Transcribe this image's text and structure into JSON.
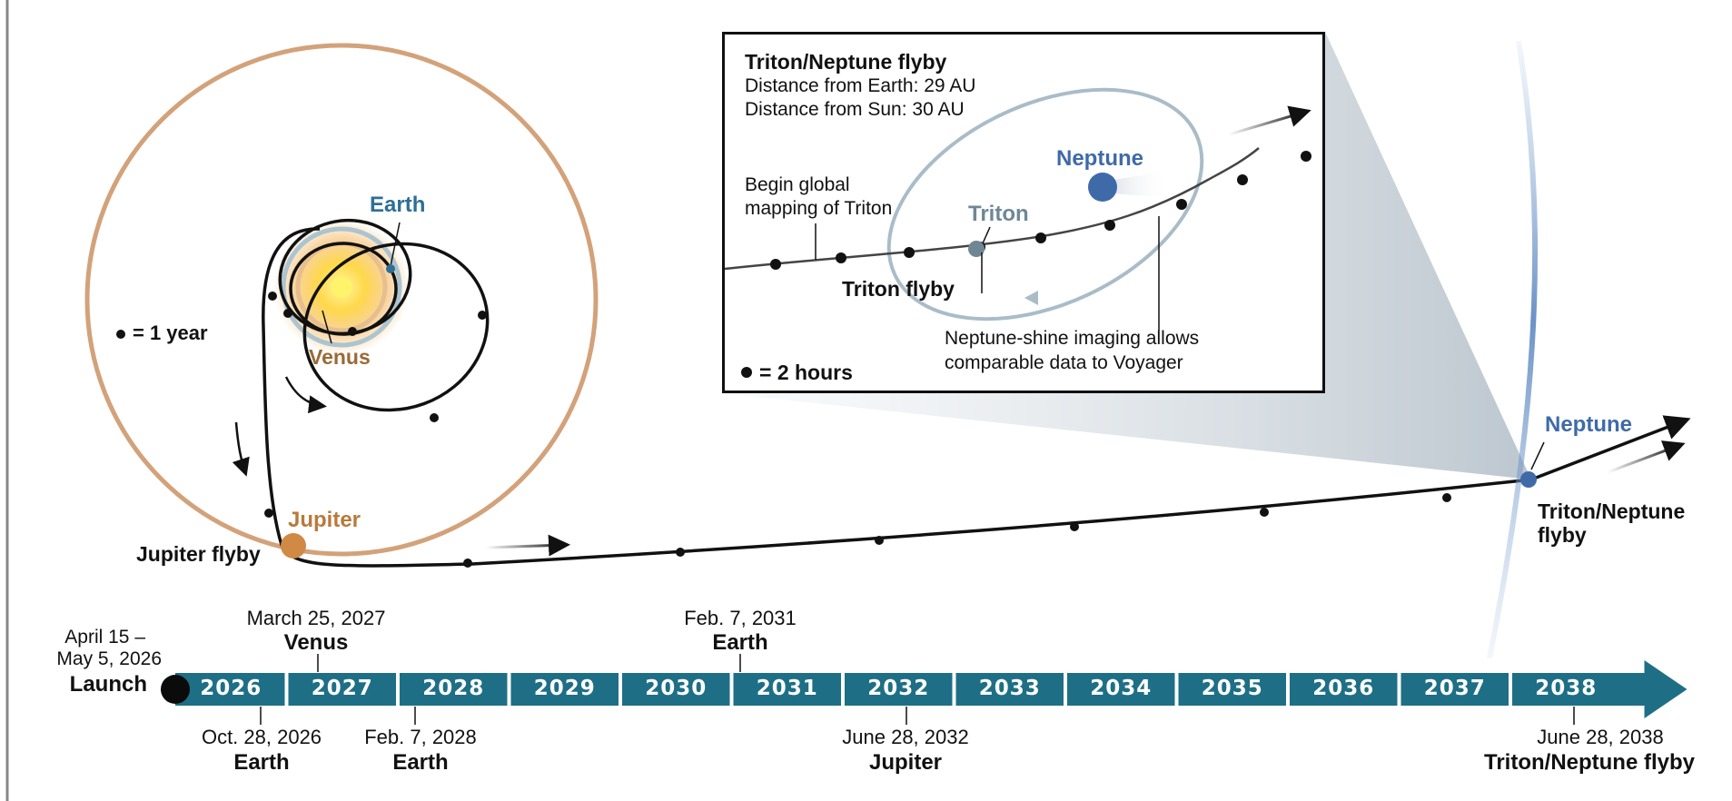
{
  "trajectory": {
    "planets": {
      "earth": "Earth",
      "venus": "Venus",
      "jupiter": "Jupiter",
      "neptune": "Neptune",
      "triton": "Triton"
    },
    "legend_year": "= 1 year",
    "jupiter_flyby": "Jupiter flyby",
    "triton_neptune_flyby": "Triton/Neptune flyby",
    "colors": {
      "earth": "#2e6f93",
      "venus": "#9a6a36",
      "jupiter": "#b97a3c",
      "neptune": "#3f6aa8",
      "triton": "#6f8795",
      "jupiter_orbit": "#d3a27a",
      "timeline": "#1e6f86"
    }
  },
  "inset": {
    "title": "Triton/Neptune flyby",
    "distance_earth": "Distance from Earth: 29 AU",
    "distance_sun": "Distance from Sun: 30 AU",
    "neptune": "Neptune",
    "triton": "Triton",
    "begin_mapping_line1": "Begin global",
    "begin_mapping_line2": "mapping of Triton",
    "triton_flyby": "Triton flyby",
    "neptune_shine_line1": "Neptune-shine imaging allows",
    "neptune_shine_line2": "comparable data to Voyager",
    "legend_hours": "= 2 hours"
  },
  "timeline": {
    "years": [
      "2026",
      "2027",
      "2028",
      "2029",
      "2030",
      "2031",
      "2032",
      "2033",
      "2034",
      "2035",
      "2036",
      "2037",
      "2038"
    ],
    "launch": {
      "date_line1": "April 15 –",
      "date_line2": "May 5, 2026",
      "name": "Launch"
    },
    "events_above": [
      {
        "date": "March 25, 2027",
        "name": "Venus"
      },
      {
        "date": "Feb. 7, 2031",
        "name": "Earth"
      }
    ],
    "events_below": [
      {
        "date": "Oct. 28, 2026",
        "name": "Earth"
      },
      {
        "date": "Feb. 7, 2028",
        "name": "Earth"
      },
      {
        "date": "June 28, 2032",
        "name": "Jupiter"
      },
      {
        "date": "June 28, 2038",
        "name": "Triton/Neptune flyby"
      }
    ]
  }
}
